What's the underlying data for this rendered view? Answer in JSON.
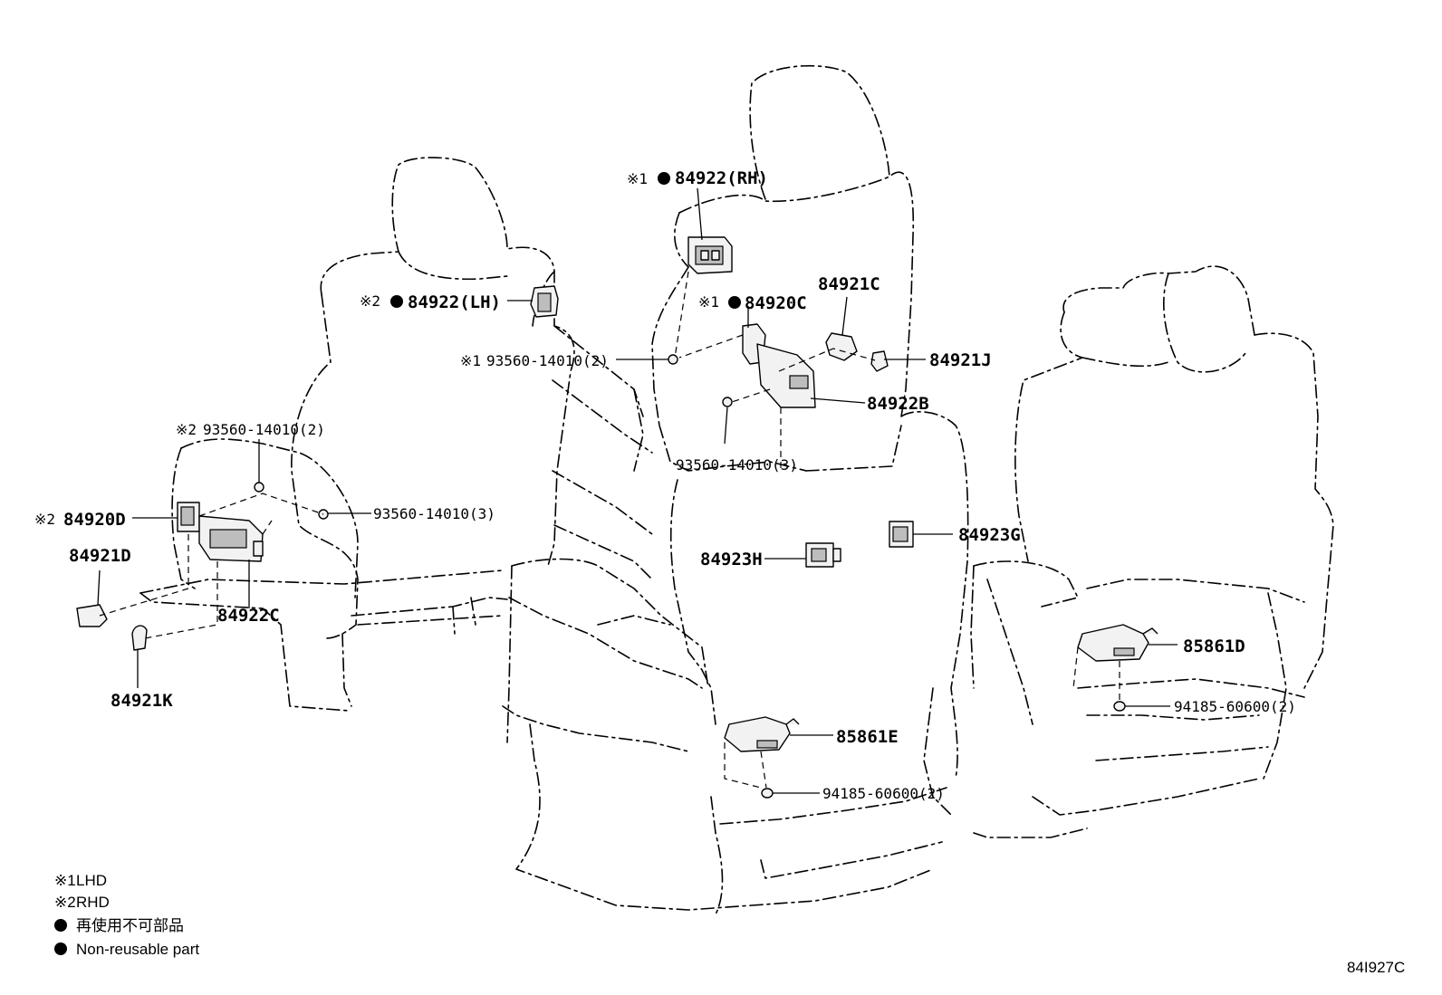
{
  "labels": {
    "p84922rh": "84922(RH)",
    "p84922lh": "84922(LH)",
    "p84920c": "84920C",
    "p84921c": "84921C",
    "p84921j": "84921J",
    "p84922b": "84922B",
    "p93560_lhd": "93560-14010(2)",
    "p93560_3a": "93560-14010(3)",
    "p93560_rhd": "93560-14010(2)",
    "p93560_3b": "93560-14010(3)",
    "p84920d": "84920D",
    "p84921d": "84921D",
    "p84922c": "84922C",
    "p84921k": "84921K",
    "p84923h": "84923H",
    "p84923g": "84923G",
    "p85861d": "85861D",
    "p94185a": "94185-60600(2)",
    "p85861e": "85861E",
    "p94185b": "94185-60600(2)"
  },
  "marks": {
    "note1": "※1",
    "note2": "※2"
  },
  "legend": {
    "lhd_mark": "※1",
    "lhd": "LHD",
    "rhd_mark": "※2",
    "rhd": "RHD",
    "nonreuse_jp": "再使用不可部品",
    "nonreuse_en": "Non-reusable part"
  },
  "diagram_code": "84I927C"
}
